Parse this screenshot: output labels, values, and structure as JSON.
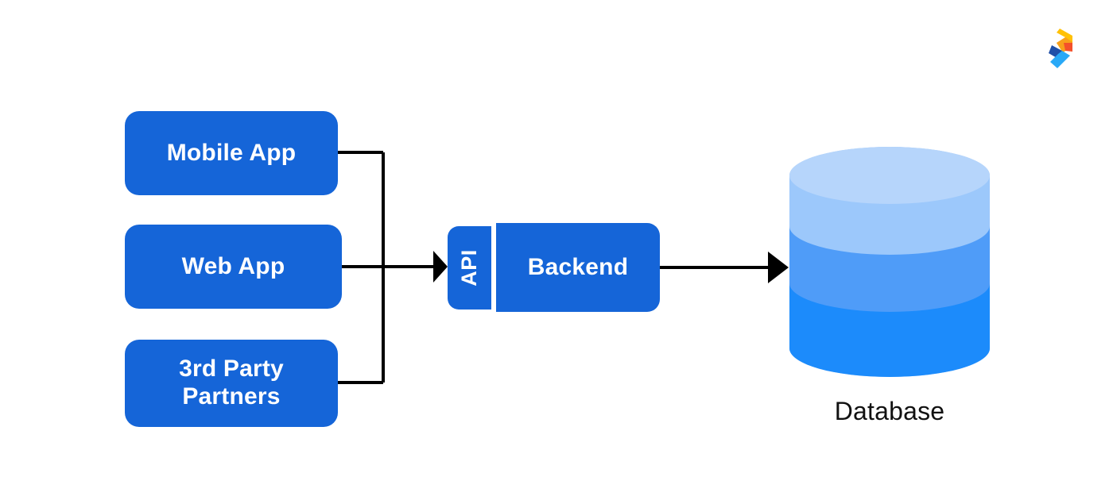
{
  "diagram": {
    "title": "API backend architecture diagram",
    "clients": [
      {
        "id": "mobile-app",
        "label": "Mobile App"
      },
      {
        "id": "web-app",
        "label": "Web App"
      },
      {
        "id": "third-party",
        "label": "3rd Party\nPartners"
      }
    ],
    "api": {
      "label": "API"
    },
    "backend": {
      "label": "Backend"
    },
    "database": {
      "label": "Database"
    },
    "logo": {
      "name": "brand-logo"
    },
    "colors": {
      "box_blue": "#1565d8",
      "box_text": "#ffffff",
      "connector": "#000000",
      "db_top_light": "#b6d5fb",
      "db_band_light": "#9cc8fb",
      "db_band_mid": "#4f9cf8",
      "db_band_dark": "#1c8bfb",
      "label_text": "#111111",
      "logo_yellow": "#ffc107",
      "logo_orange": "#f8a01b",
      "logo_red": "#f4502a",
      "logo_blue_dark": "#1f4fa8",
      "logo_blue_light": "#29a9f7",
      "background": "#ffffff"
    }
  }
}
